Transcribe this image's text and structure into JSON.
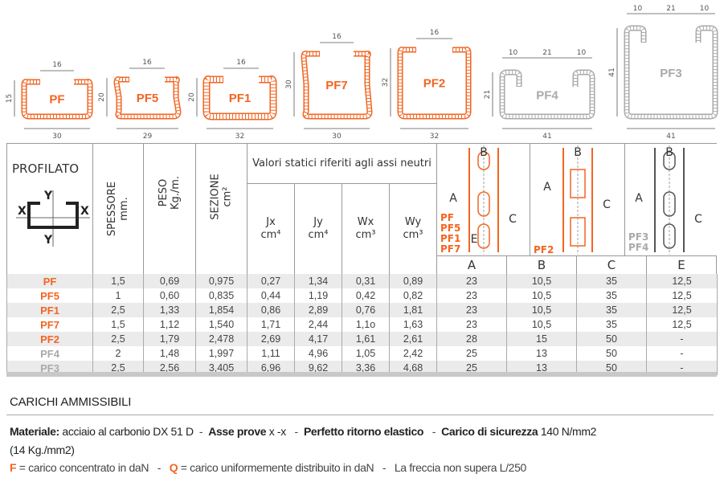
{
  "colors": {
    "orange": "#f26522",
    "gray": "#aaaaaa",
    "dark": "#555555"
  },
  "profiles": [
    {
      "name": "PF",
      "color": "orange",
      "top": "16",
      "height": "15",
      "width": "30"
    },
    {
      "name": "PF5",
      "color": "orange",
      "top": "16",
      "height": "20",
      "width": "29"
    },
    {
      "name": "PF1",
      "color": "orange",
      "top": "16",
      "height": "20",
      "width": "32"
    },
    {
      "name": "PF7",
      "color": "orange",
      "top": "16",
      "height": "30",
      "width": "30"
    },
    {
      "name": "PF2",
      "color": "orange",
      "top": "16",
      "height": "32",
      "width": "32"
    },
    {
      "name": "PF4",
      "color": "gray",
      "top": "21",
      "lip": "10",
      "height": "21",
      "width": "41"
    },
    {
      "name": "PF3",
      "color": "gray",
      "top": "21",
      "lip": "10",
      "height": "41",
      "width": "41"
    }
  ],
  "header": {
    "profilato": "PROFILATO",
    "axis_x": "X",
    "axis_y": "Y",
    "spessore": "SPESSORE",
    "spessore_unit": "mm.",
    "peso": "PESO",
    "peso_unit": "Kg./m.",
    "sezione": "SEZIONE",
    "sezione_unit": "cm²",
    "valori": "Valori statici riferiti agli assi neutri",
    "jx": "Jx",
    "jx_unit": "cm⁴",
    "jy": "Jy",
    "jy_unit": "cm⁴",
    "wx": "Wx",
    "wx_unit": "cm³",
    "wy": "Wy",
    "wy_unit": "cm³",
    "a": "A",
    "b": "B",
    "c": "C",
    "e": "E",
    "diagram1_profiles": [
      "PF",
      "PF5",
      "PF1",
      "PF7"
    ],
    "diagram2_profiles": [
      "PF2"
    ],
    "diagram3_profiles": [
      "PF3",
      "PF4"
    ]
  },
  "rows": [
    {
      "name": "PF",
      "color": "orange",
      "values": [
        "1,5",
        "0,69",
        "0,975",
        "0,27",
        "1,34",
        "0,31",
        "0,89",
        "23",
        "10,5",
        "35",
        "12,5"
      ]
    },
    {
      "name": "PF5",
      "color": "orange",
      "values": [
        "1",
        "0,60",
        "0,835",
        "0,44",
        "1,19",
        "0,42",
        "0,82",
        "23",
        "10,5",
        "35",
        "12,5"
      ]
    },
    {
      "name": "PF1",
      "color": "orange",
      "values": [
        "2,5",
        "1,33",
        "1,854",
        "0,86",
        "2,89",
        "0,76",
        "1,81",
        "23",
        "10,5",
        "35",
        "12,5"
      ]
    },
    {
      "name": "PF7",
      "color": "orange",
      "values": [
        "1,5",
        "1,12",
        "1,540",
        "1,71",
        "2,44",
        "1,1o",
        "1,63",
        "23",
        "10,5",
        "35",
        "12,5"
      ]
    },
    {
      "name": "PF2",
      "color": "orange",
      "values": [
        "2,5",
        "1,79",
        "2,478",
        "2,69",
        "4,17",
        "1,61",
        "2,61",
        "28",
        "15",
        "50",
        "-"
      ]
    },
    {
      "name": "PF4",
      "color": "gray",
      "values": [
        "2",
        "1,48",
        "1,997",
        "1,11",
        "4,96",
        "1,05",
        "2,42",
        "25",
        "13",
        "50",
        "-"
      ]
    },
    {
      "name": "PF3",
      "color": "gray",
      "values": [
        "2,5",
        "2,56",
        "3,405",
        "6,96",
        "9,62",
        "3,36",
        "4,68",
        "25",
        "13",
        "50",
        "-"
      ]
    }
  ],
  "notes": {
    "title": "CARICHI AMMISSIBILI",
    "materiale_label": "Materiale:",
    "materiale_value": " acciaio al carbonio DX 51 D",
    "sep": "-",
    "asse_label": "Asse prove",
    "asse_value": " x -x",
    "ritorno_label": "Perfetto ritorno elastico",
    "carico_label": "Carico di sicurezza",
    "carico_value": " 140 N/mm2",
    "carico_kg": "(14 Kg./mm2)",
    "f_label": "F",
    "f_text": " = carico concentrato in daN",
    "q_label": "Q",
    "q_text": " = carico uniformemente distribuito in daN",
    "freccia": "La freccia non supera L/250"
  }
}
